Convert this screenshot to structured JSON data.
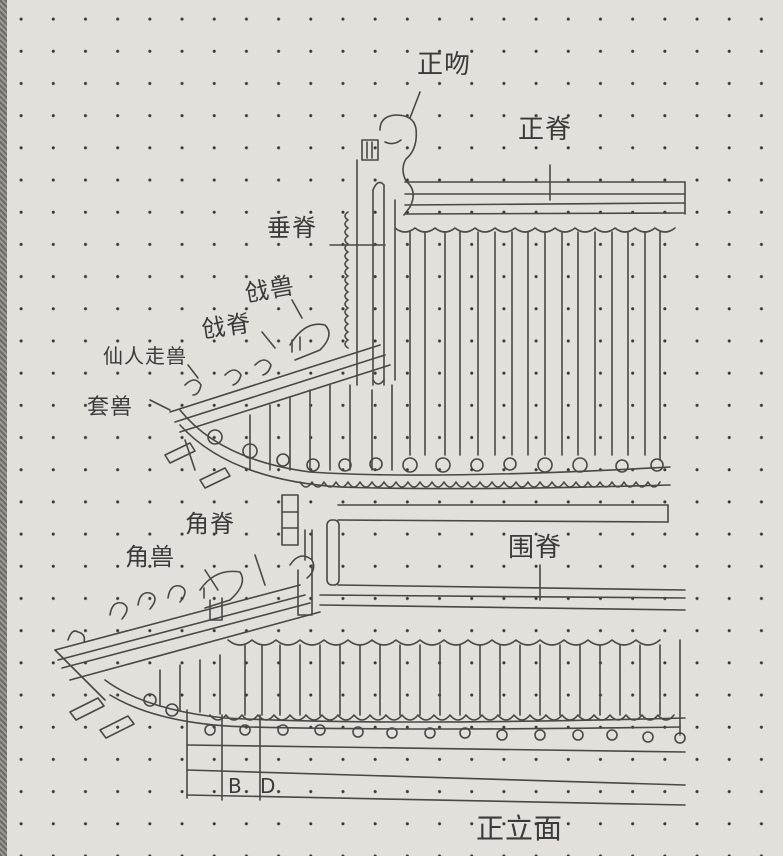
{
  "title": "正立面",
  "labels": {
    "zhengwen": "正吻",
    "zhengji": "正脊",
    "chuiji": "垂脊",
    "qiangshou": "戗兽",
    "qiangji": "戗脊",
    "xianren_zoushou": "仙人走兽",
    "taoshou": "套兽",
    "jiaoji": "角脊",
    "jiaoshou": "角兽",
    "weiji": "围脊",
    "dim_b": "B",
    "dim_d": "D"
  },
  "colors": {
    "paper": "#e3e0db",
    "pencil": "#4a4845",
    "grid_dot": "#3a3835"
  }
}
